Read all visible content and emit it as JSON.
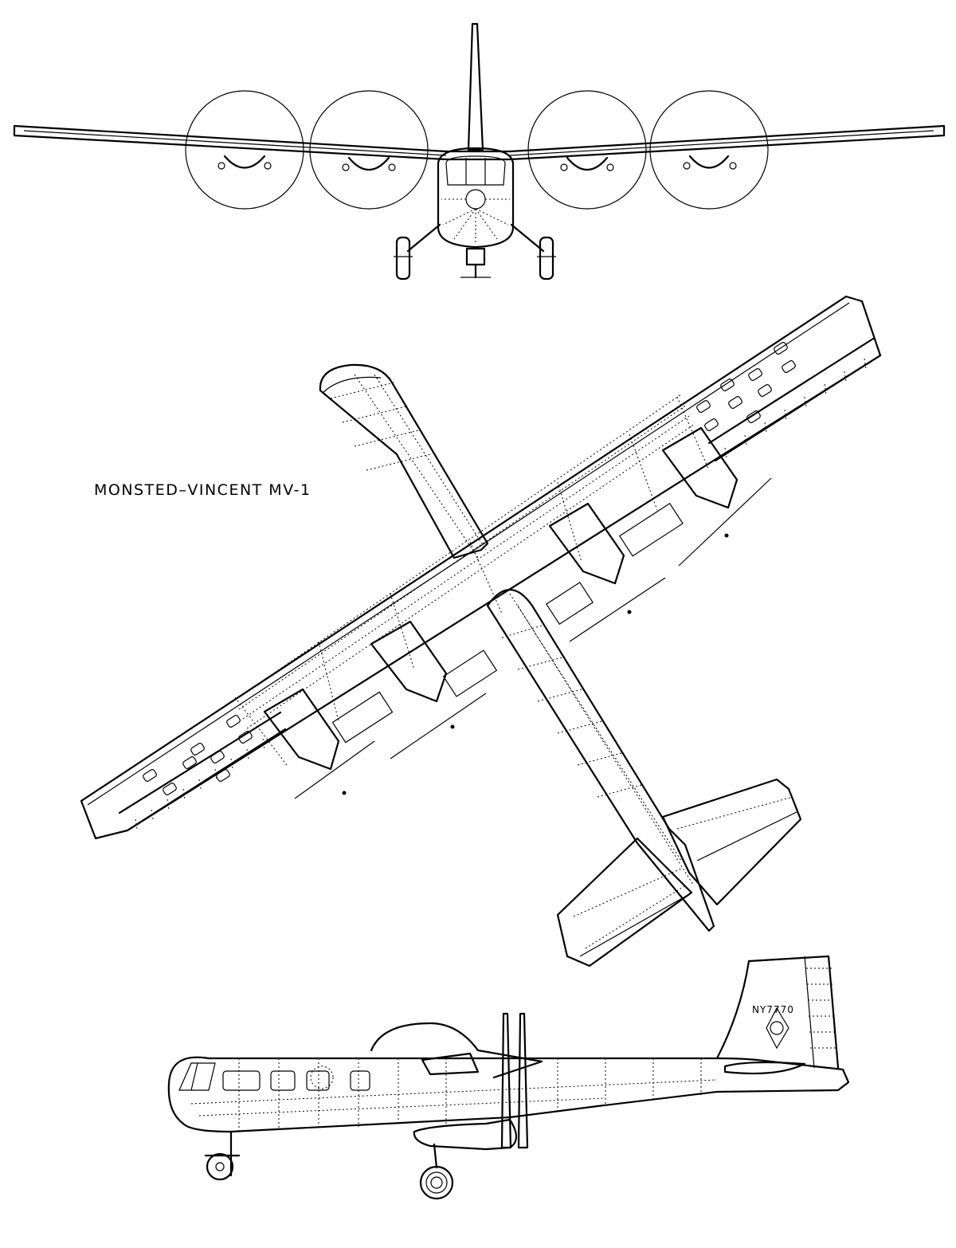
{
  "title": "MONSTED–VINCENT MV-1",
  "registration": "NY7770",
  "views": [
    {
      "name": "front-view"
    },
    {
      "name": "plan-view"
    },
    {
      "name": "side-view"
    }
  ],
  "colors": {
    "ink": "#000000",
    "paper": "#ffffff"
  }
}
